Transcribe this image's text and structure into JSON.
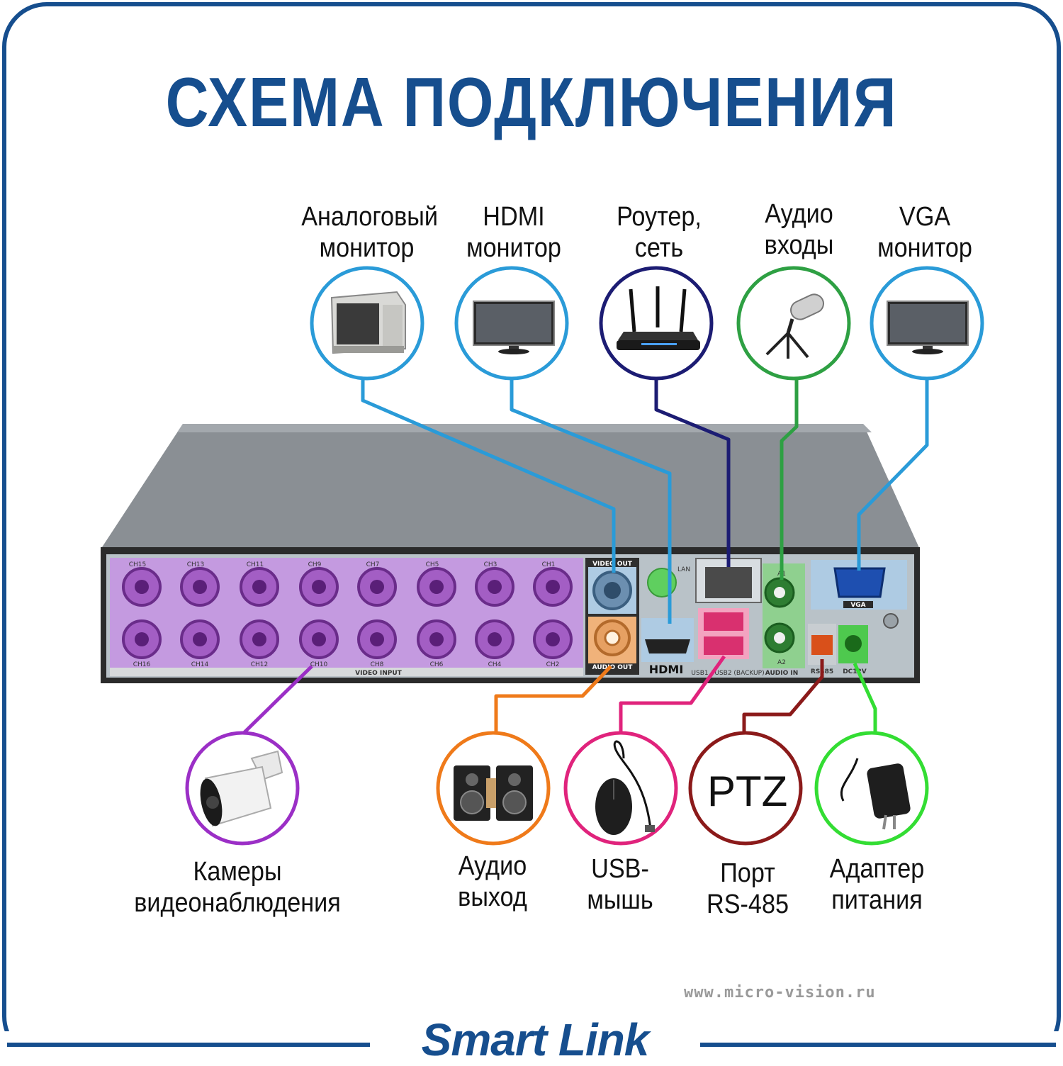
{
  "title": "СХЕМА ПОДКЛЮЧЕНИЯ",
  "top_devices": [
    {
      "id": "analog",
      "lines": [
        "Аналоговый",
        "монитор"
      ],
      "color": "#2a9bd8",
      "icon": "crt-monitor-icon"
    },
    {
      "id": "hdmi",
      "lines": [
        "HDMI",
        "монитор"
      ],
      "color": "#2a9bd8",
      "icon": "flat-tv-icon"
    },
    {
      "id": "router",
      "lines": [
        "Роутер,",
        "сеть"
      ],
      "color": "#1c1c73",
      "icon": "router-icon"
    },
    {
      "id": "audio_in",
      "lines": [
        "Аудио",
        "входы"
      ],
      "color": "#2ea043",
      "icon": "microphone-icon"
    },
    {
      "id": "vga",
      "lines": [
        "VGA",
        "монитор"
      ],
      "color": "#2a9bd8",
      "icon": "flat-monitor-icon"
    }
  ],
  "bottom_devices": [
    {
      "id": "cameras",
      "lines": [
        "Камеры",
        "видеонаблюдения"
      ],
      "color": "#9b2fc6",
      "icon": "bullet-camera-icon"
    },
    {
      "id": "audio_out",
      "lines": [
        "Аудио",
        "выход"
      ],
      "color": "#ef7a1a",
      "icon": "speakers-icon"
    },
    {
      "id": "usb",
      "lines": [
        "USB-",
        "мышь"
      ],
      "color": "#e0237c",
      "icon": "computer-mouse-icon"
    },
    {
      "id": "ptz",
      "lines": [
        "Порт",
        "RS-485"
      ],
      "color": "#8b1a1a",
      "icon_text": "PTZ"
    },
    {
      "id": "power",
      "lines": [
        "Адаптер",
        "питания"
      ],
      "color": "#33dd33",
      "icon": "power-adapter-icon"
    }
  ],
  "panel": {
    "channels_top": [
      "CH15",
      "CH13",
      "CH11",
      "CH9",
      "CH7",
      "CH5",
      "CH3",
      "CH1"
    ],
    "channels_bottom": [
      "CH16",
      "CH14",
      "CH12",
      "CH10",
      "CH8",
      "CH6",
      "CH4",
      "CH2"
    ],
    "video_input": "VIDEO INPUT",
    "video_out": "VIDEO OUT",
    "audio_out": "AUDIO OUT",
    "lan": "LAN",
    "hdmi": "HDMI",
    "usb": "USB1 / USB2 (BACKUP)",
    "a1": "A1",
    "a2": "A2",
    "audio_in": "AUDIO IN",
    "vga": "VGA",
    "rs485": "RS485",
    "dc": "DC12V"
  },
  "website": "www.micro-vision.ru",
  "brand": "Smart Link"
}
